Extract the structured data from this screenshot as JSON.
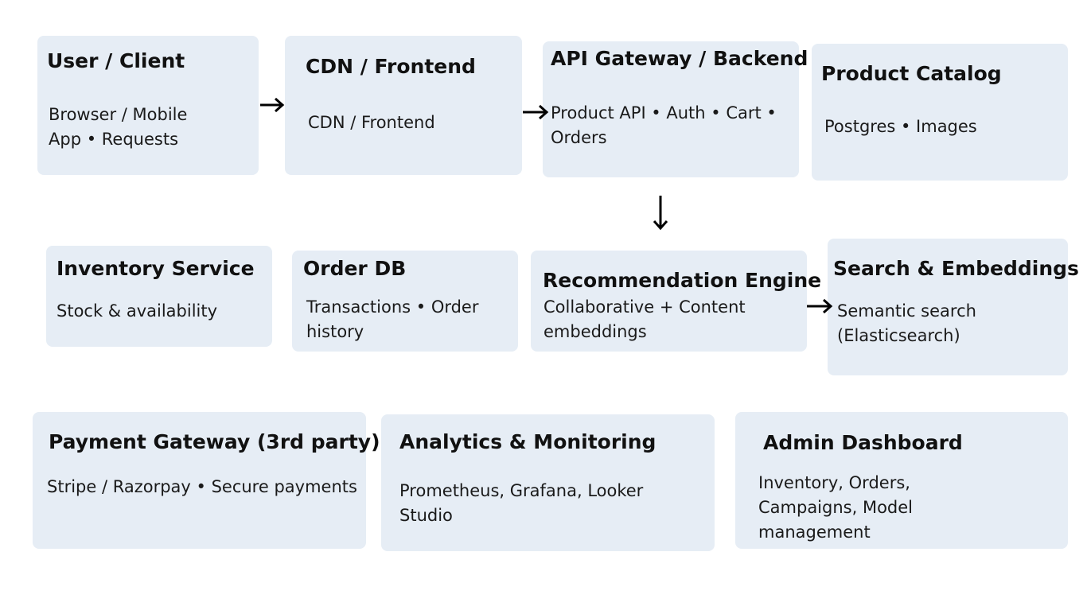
{
  "nodes": {
    "user_client": {
      "title": "User / Client",
      "desc": "Browser / Mobile App • Requests"
    },
    "cdn_frontend": {
      "title": "CDN / Frontend",
      "desc": "CDN / Frontend"
    },
    "api_gateway": {
      "title": "API Gateway / Backend",
      "desc": "Product API • Auth • Cart • Orders"
    },
    "product_catalog": {
      "title": "Product Catalog",
      "desc": "Postgres • Images"
    },
    "inventory_service": {
      "title": "Inventory Service",
      "desc": "Stock & availability"
    },
    "order_db": {
      "title": "Order DB",
      "desc": "Transactions • Order history"
    },
    "recommendation_engine": {
      "title": "Recommendation Engine",
      "desc": "Collaborative + Content embeddings"
    },
    "search_embeddings": {
      "title": "Search & Embeddings",
      "desc": "Semantic search (Elasticsearch)"
    },
    "payment_gateway": {
      "title": "Payment Gateway (3rd party)",
      "desc": "Stripe / Razorpay • Secure payments"
    },
    "analytics_monitoring": {
      "title": "Analytics & Monitoring",
      "desc": "Prometheus, Grafana, Looker Studio"
    },
    "admin_dashboard": {
      "title": "Admin Dashboard",
      "desc": "Inventory, Orders, Campaigns, Model management"
    }
  },
  "edges": [
    {
      "from": "User / Client",
      "to": "CDN / Frontend"
    },
    {
      "from": "CDN / Frontend",
      "to": "API Gateway / Backend"
    },
    {
      "from": "API Gateway / Backend",
      "to": "Recommendation Engine"
    },
    {
      "from": "Recommendation Engine",
      "to": "Search & Embeddings"
    }
  ],
  "colors": {
    "box_fill": "#e6edf5",
    "text": "#111111",
    "arrow": "#000000"
  }
}
